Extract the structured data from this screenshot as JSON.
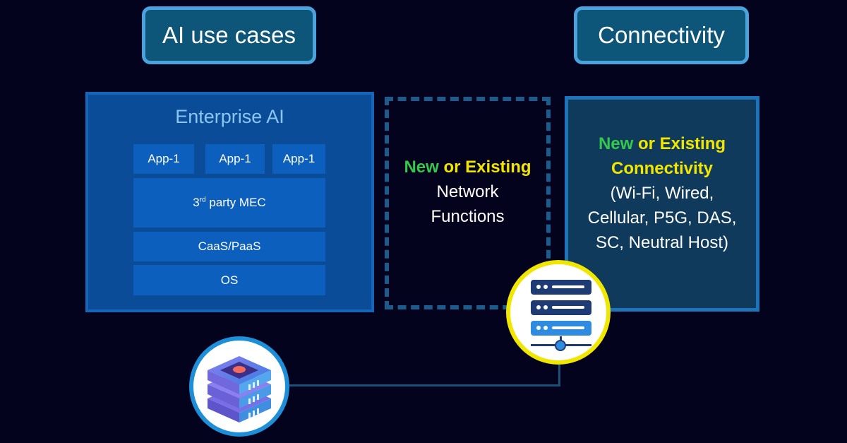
{
  "headers": {
    "ai_use_cases": "AI use cases",
    "connectivity": "Connectivity"
  },
  "enterprise": {
    "title": "Enterprise AI",
    "apps": [
      "App-1",
      "App-1",
      "App-1"
    ],
    "mec_prefix": "3",
    "mec_sup": "rd",
    "mec_suffix": " party MEC",
    "caas": "CaaS/PaaS",
    "os": "OS"
  },
  "network_functions": {
    "new": "New",
    "or_existing": " or Existing",
    "line1": "Network",
    "line2": "Functions"
  },
  "connectivity_box": {
    "new": "New",
    "or_existing": " or Existing",
    "connectivity": "Connectivity",
    "line1": "(Wi-Fi, Wired,",
    "line2": "Cellular, P5G, DAS,",
    "line3": "SC, Neutral Host)"
  },
  "icons": {
    "server": "server-rack-icon",
    "stack": "server-stack-icon"
  },
  "colors": {
    "background": "#03031e",
    "accent_green": "#34c94c",
    "accent_yellow": "#f2e600",
    "pill_fill": "#0e5679",
    "pill_border": "#4aa3dd"
  }
}
